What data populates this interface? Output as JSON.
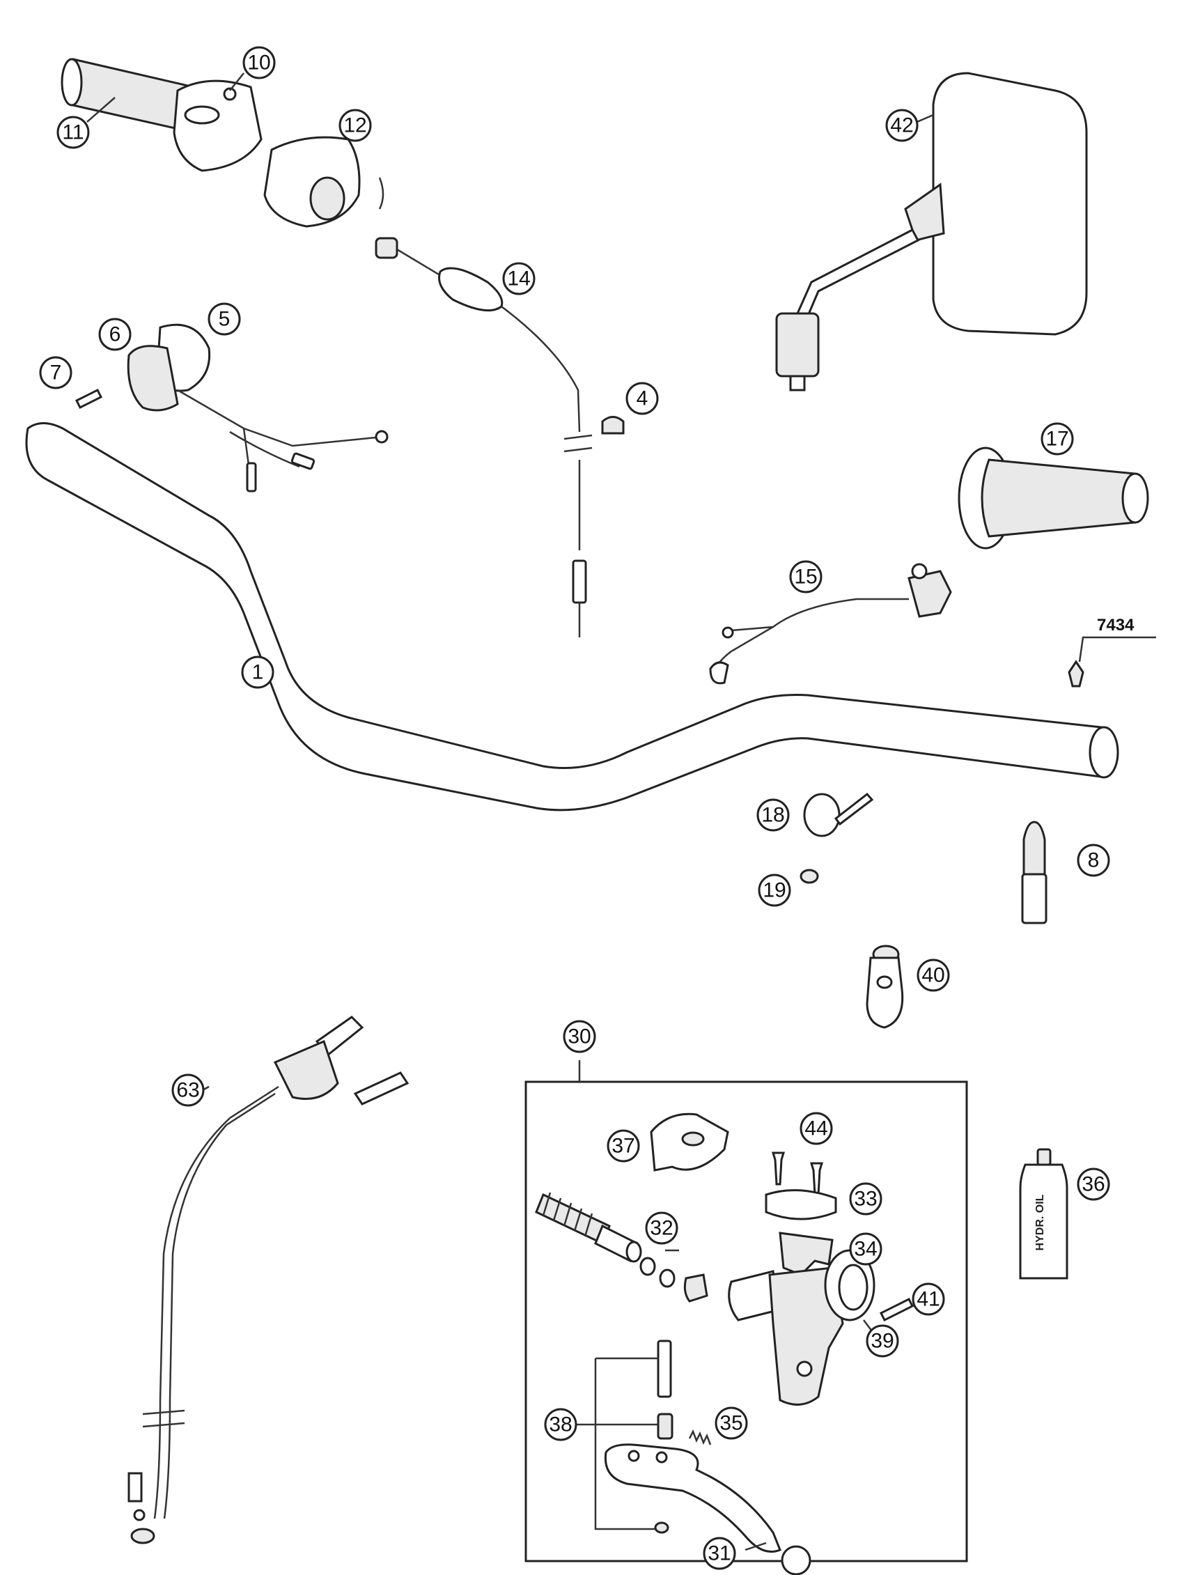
{
  "callouts": [
    {
      "id": "1",
      "label": "1"
    },
    {
      "id": "4",
      "label": "4"
    },
    {
      "id": "5",
      "label": "5"
    },
    {
      "id": "6",
      "label": "6"
    },
    {
      "id": "7",
      "label": "7"
    },
    {
      "id": "8",
      "label": "8"
    },
    {
      "id": "10",
      "label": "10"
    },
    {
      "id": "11",
      "label": "11"
    },
    {
      "id": "12",
      "label": "12"
    },
    {
      "id": "14",
      "label": "14"
    },
    {
      "id": "15",
      "label": "15"
    },
    {
      "id": "17",
      "label": "17"
    },
    {
      "id": "18",
      "label": "18"
    },
    {
      "id": "19",
      "label": "19"
    },
    {
      "id": "30",
      "label": "30"
    },
    {
      "id": "31",
      "label": "31"
    },
    {
      "id": "32",
      "label": "32"
    },
    {
      "id": "33",
      "label": "33"
    },
    {
      "id": "34",
      "label": "34"
    },
    {
      "id": "35",
      "label": "35"
    },
    {
      "id": "36",
      "label": "36"
    },
    {
      "id": "37",
      "label": "37"
    },
    {
      "id": "38",
      "label": "38"
    },
    {
      "id": "39",
      "label": "39"
    },
    {
      "id": "40",
      "label": "40"
    },
    {
      "id": "41",
      "label": "41"
    },
    {
      "id": "42",
      "label": "42"
    },
    {
      "id": "44",
      "label": "44"
    },
    {
      "id": "63",
      "label": "63"
    }
  ],
  "plain_label": "7434",
  "bottle_label": "HYDR. OIL"
}
